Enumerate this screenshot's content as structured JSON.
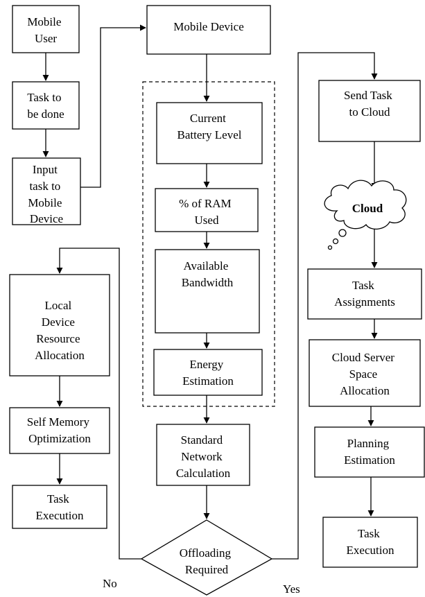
{
  "nodes": {
    "mobile_user": [
      "Mobile",
      "User"
    ],
    "task_to_be_done": [
      "Task to",
      "be done"
    ],
    "input_task": [
      "Input",
      "task to",
      "Mobile",
      "Device"
    ],
    "mobile_device": [
      "Mobile Device"
    ],
    "battery": [
      "Current",
      "Battery Level"
    ],
    "ram": [
      "% of RAM",
      "Used"
    ],
    "bandwidth": [
      "Available",
      "Bandwidth"
    ],
    "energy": [
      "Energy",
      "Estimation"
    ],
    "network": [
      "Standard",
      "Network",
      "Calculation"
    ],
    "offloading": [
      "Offloading",
      "Required"
    ],
    "send_task": [
      "Send Task",
      "to Cloud"
    ],
    "cloud": [
      "Cloud"
    ],
    "task_assignments": [
      "Task",
      "Assignments"
    ],
    "server_space": [
      "Cloud Server",
      "Space",
      "Allocation"
    ],
    "planning": [
      "Planning",
      "Estimation"
    ],
    "task_exec_right": [
      "Task",
      "Execution"
    ],
    "local_resource": [
      "Local",
      "Device",
      "Resource",
      "Allocation"
    ],
    "self_memory": [
      "Self Memory",
      "Optimization"
    ],
    "task_exec_left": [
      "Task",
      "Execution"
    ]
  },
  "edge_labels": {
    "no": "No",
    "yes": "Yes"
  }
}
